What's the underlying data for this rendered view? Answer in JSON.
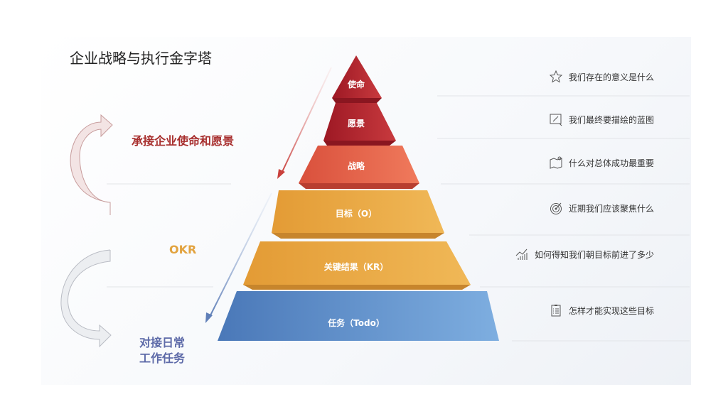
{
  "title": "企业战略与执行金字塔",
  "layers": [
    {
      "label": "使命",
      "question": "我们存在的意义是什么",
      "icon": "star-icon",
      "color": "#b3202b"
    },
    {
      "label": "愿景",
      "question": "我们最终要描绘的蓝图",
      "icon": "drawing-board-icon",
      "color": "#b72a30"
    },
    {
      "label": "战略",
      "question": "什么对总体成功最重要",
      "icon": "map-pin-icon",
      "color": "#e5654a"
    },
    {
      "label": "目标（O）",
      "question": "近期我们应该聚焦什么",
      "icon": "target-icon",
      "color": "#e9a640"
    },
    {
      "label": "关键结果（KR）",
      "question": "如何得知我们朝目标前进了多少",
      "icon": "growth-chart-icon",
      "color": "#eaa842"
    },
    {
      "label": "任务（Todo）",
      "question": "怎样才能实现这些目标",
      "icon": "checklist-icon",
      "color": "#5a8ac6"
    }
  ],
  "side_labels": {
    "upper": "承接企业使命和愿景",
    "okr": "OKR",
    "lower_line1": "对接日常",
    "lower_line2": "工作任务"
  }
}
